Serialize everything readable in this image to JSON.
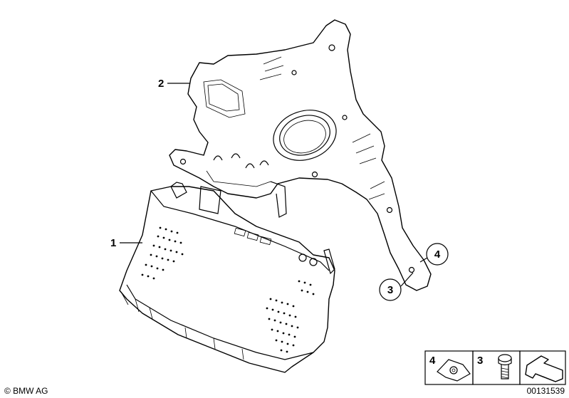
{
  "diagram": {
    "callouts": {
      "part1": "1",
      "part2": "2",
      "part3": "3",
      "part4": "4"
    },
    "legend": {
      "item4": "4",
      "item3": "3"
    },
    "copyright": "© BMW AG",
    "diagram_id": "00131539"
  }
}
